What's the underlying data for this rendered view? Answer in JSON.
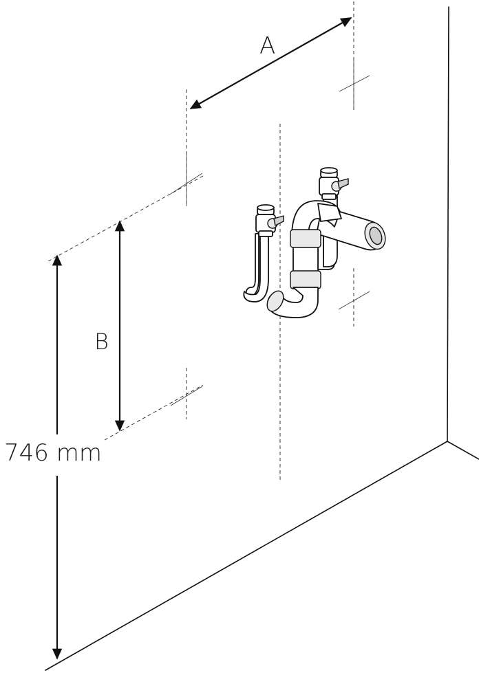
{
  "labels": {
    "dimension_a": "A",
    "dimension_b": "B",
    "height_value": "746 mm"
  },
  "colors": {
    "line": "#111111",
    "background": "#ffffff"
  }
}
